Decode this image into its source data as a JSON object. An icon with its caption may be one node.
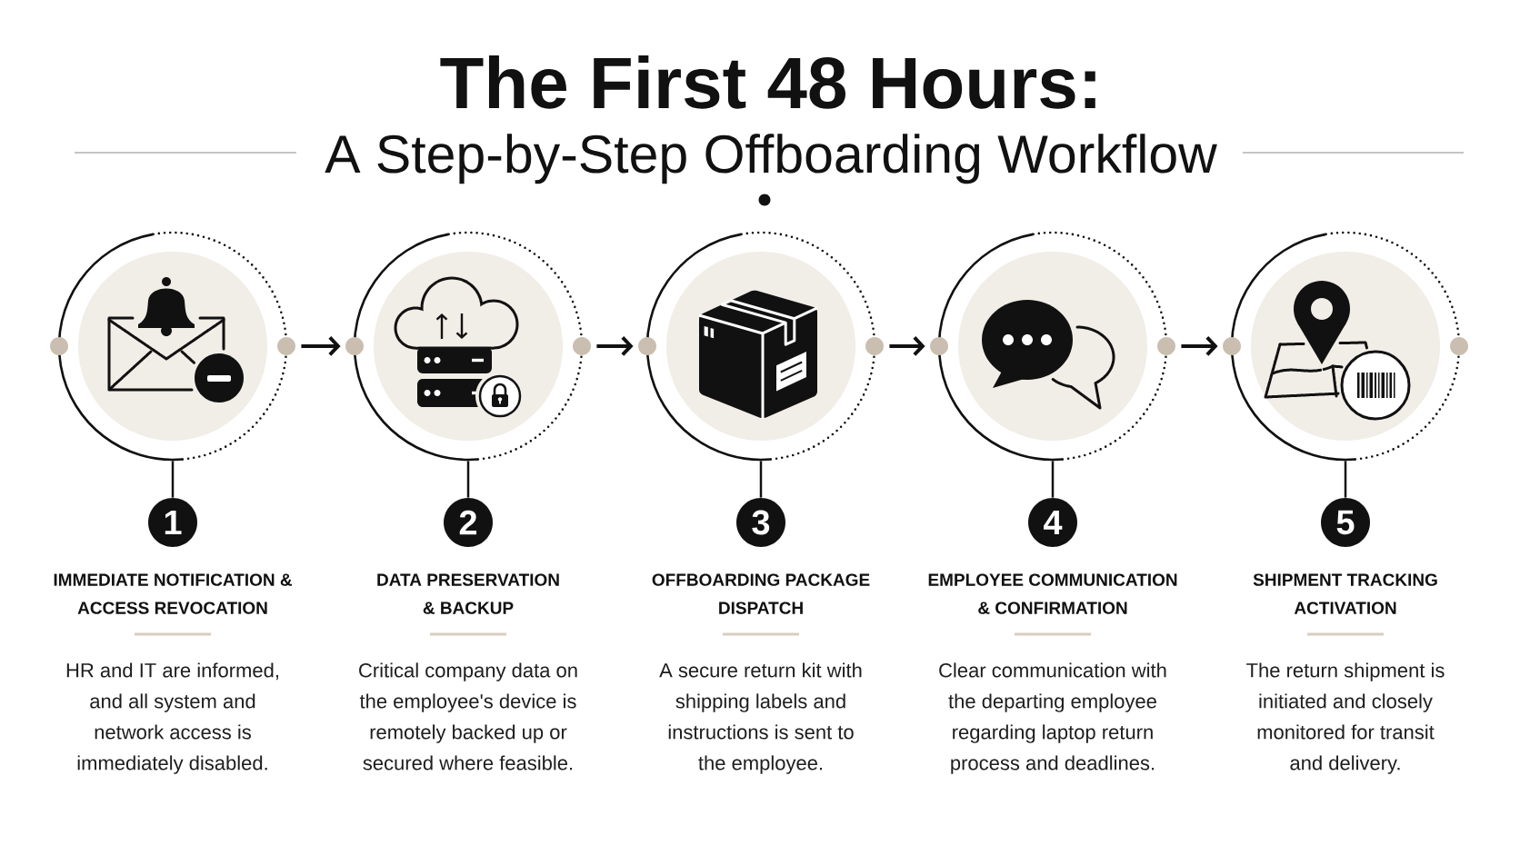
{
  "diagram": {
    "title": "The First 48 Hours:",
    "nodes": [
      {
        "text": [],
        "shape": "circle"
      },
      {
        "text": [],
        "shape": "circle"
      },
      {
        "text": [],
        "shape": "circle"
      },
      {
        "text": [],
        "shape": "circle"
      },
      {
        "text": [],
        "shape": "circle"
      },
      {
        "text": [
          "1"
        ],
        "beside": [
          "IMMEDIATE NOTIFICATION & ACCESS REVOCATION",
          "HR and IT are informed, and all system and network access is immediately disabled."
        ]
      },
      {
        "text": [
          "2"
        ],
        "beside": [
          "DATA PRESERVATION & BACKUP",
          "Critical company data on the employee's device is remotely backed up or secured where feasible."
        ]
      },
      {
        "text": [
          "3"
        ],
        "beside": [
          "OFFBOARDING PACKAGE DISPATCH",
          "A secure return kit with shipping labels and instructions is sent to the employee."
        ]
      },
      {
        "text": [
          "4"
        ],
        "beside": [
          "EMPLOYEE COMMUNICATION & CONFIRMATION",
          "Clear communication with the departing employee regarding laptop return process and deadlines."
        ]
      },
      {
        "text": [
          "5"
        ],
        "beside": [
          "SHIPMENT TRACKING ACTIVATION",
          "The return shipment is initiated and closely monitored for transit and delivery."
        ]
      }
    ],
    "edges": [
      {
        "from": 0,
        "to": 1,
        "arrow": "to"
      },
      {
        "from": 1,
        "to": 2,
        "arrow": "to"
      },
      {
        "from": 2,
        "to": 3,
        "arrow": "to"
      },
      {
        "from": 3,
        "to": 4,
        "arrow": "to"
      },
      {
        "from": 0,
        "to": 5,
        "arrow": "none"
      },
      {
        "from": 1,
        "to": 6,
        "arrow": "none"
      },
      {
        "from": 2,
        "to": 7,
        "arrow": "none"
      },
      {
        "from": 3,
        "to": 8,
        "arrow": "none"
      },
      {
        "from": 4,
        "to": 9,
        "arrow": "none"
      }
    ],
    "labels": [
      "A Step-by-Step Offboarding Workflow"
    ]
  }
}
